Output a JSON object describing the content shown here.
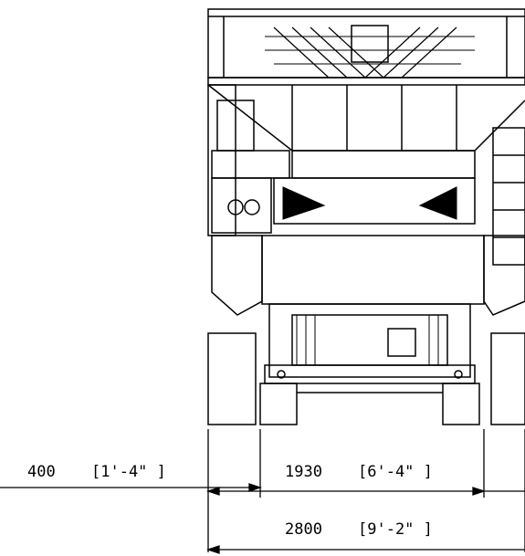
{
  "dimensions": {
    "left_offset": {
      "metric": "400",
      "imperial": "[1'-4\" ]"
    },
    "track_gauge": {
      "metric": "1930",
      "imperial": "[6'-4\" ]"
    },
    "overall_width": {
      "metric": "2800",
      "imperial": "[9'-2\" ]"
    }
  },
  "colors": {
    "line": "#000000",
    "background": "#ffffff"
  }
}
